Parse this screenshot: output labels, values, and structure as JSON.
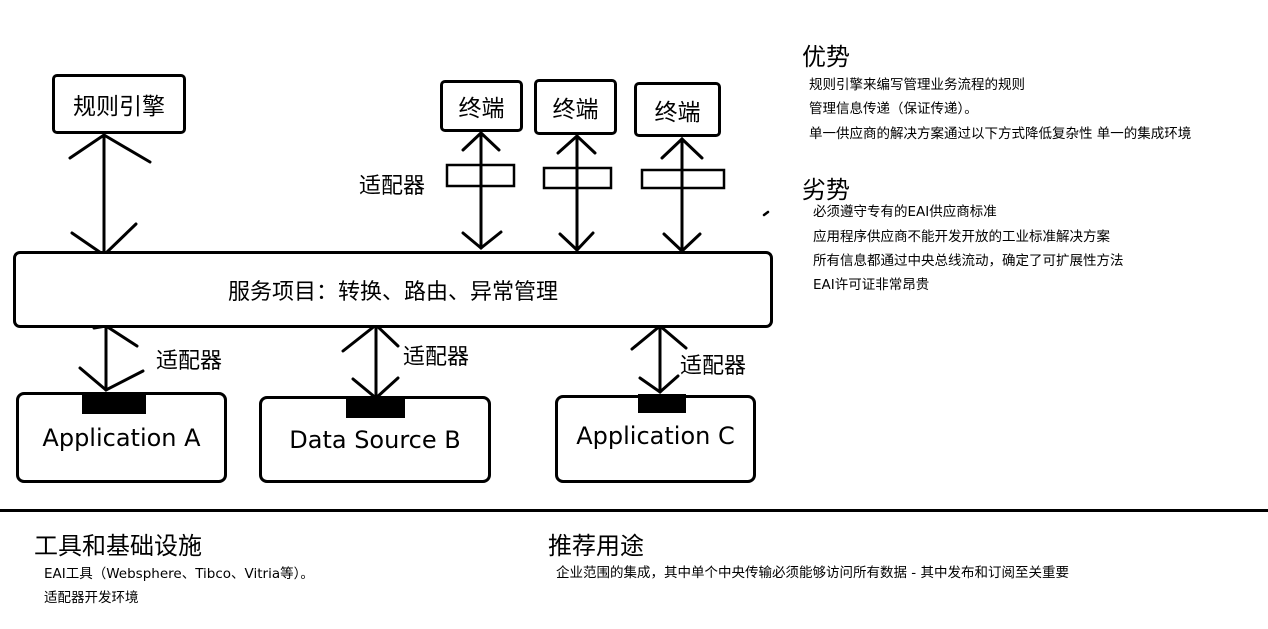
{
  "diagram": {
    "rule_engine": "规则引擎",
    "terminals": [
      "终端",
      "终端",
      "终端"
    ],
    "adapter_top": "适配器",
    "bus": "服务项目：转换、路由、异常管理",
    "adapter_labels": [
      "适配器",
      "适配器",
      "适配器"
    ],
    "apps": [
      "Application A",
      "Data Source B",
      "Application C"
    ]
  },
  "advantages": {
    "heading": "优势",
    "items": [
      "规则引擎来编写管理业务流程的规则",
      "管理信息传递（保证传递）。",
      "单一供应商的解决方案通过以下方式降低复杂性 单一的集成环境"
    ]
  },
  "disadvantages": {
    "heading": "劣势",
    "items": [
      "必须遵守专有的EAI供应商标准",
      "应用程序供应商不能开发开放的工业标准解决方案",
      "所有信息都通过中央总线流动，确定了可扩展性方法",
      "EAI许可证非常昂贵"
    ]
  },
  "tools": {
    "heading": "工具和基础设施",
    "items": [
      "EAI工具（Websphere、Tibco、Vitria等）。",
      "适配器开发环境"
    ]
  },
  "usage": {
    "heading": "推荐用途",
    "items": [
      "企业范围的集成，其中单个中央传输必须能够访问所有数据 - 其中发布和订阅至关重要"
    ]
  }
}
